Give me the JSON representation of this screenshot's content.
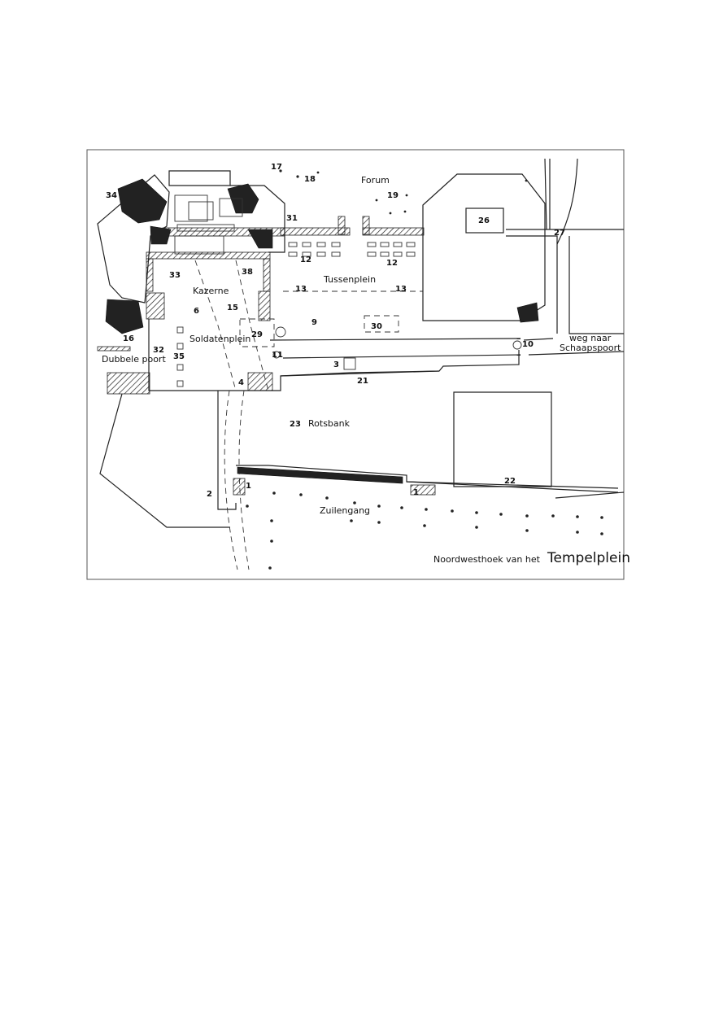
{
  "map": {
    "caption": {
      "prefix": "Noordwesthoek van het",
      "title": "Tempelplein"
    },
    "areas": {
      "forum": "Forum",
      "tussenplein": "Tussenplein",
      "kazerne": "Kazerne",
      "soldatenplein": "Soldatenplein",
      "dubbele_poort": "Dubbele poort",
      "rotsbank": "Rotsbank",
      "zuilengang": "Zuilengang",
      "weg_line1": "weg naar",
      "weg_line2": "Schaapspoort"
    },
    "numbers": {
      "n1a": "1",
      "n1b": "1",
      "n2": "2",
      "n3": "3",
      "n4": "4",
      "n6": "6",
      "n9": "9",
      "n10": "10",
      "n11": "11",
      "n12a": "12",
      "n12b": "12",
      "n13a": "13",
      "n13b": "13",
      "n15": "15",
      "n16": "16",
      "n17": "17",
      "n18": "18",
      "n19": "19",
      "n21": "21",
      "n22": "22",
      "n23": "23",
      "n26": "26",
      "n27": "27",
      "n29": "29",
      "n30": "30",
      "n31": "31",
      "n32": "32",
      "n33": "33",
      "n34": "34",
      "n35": "35",
      "n38": "38"
    }
  }
}
